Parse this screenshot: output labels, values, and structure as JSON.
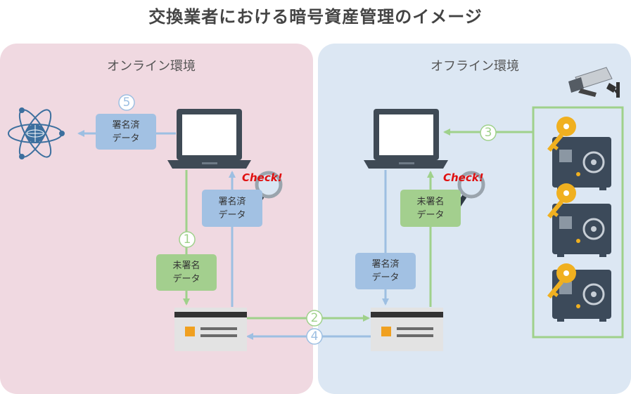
{
  "title": "交換業者における暗号資産管理のイメージ",
  "zones": {
    "online": {
      "label": "オンライン環境"
    },
    "offline": {
      "label": "オフライン環境"
    }
  },
  "tags": {
    "online_top": [
      "署名済",
      "データ"
    ],
    "online_signed": [
      "署名済",
      "データ"
    ],
    "online_unsigned": [
      "未署名",
      "データ"
    ],
    "offline_signed": [
      "署名済",
      "データ"
    ],
    "offline_unsigned": [
      "未署名",
      "データ"
    ]
  },
  "check_labels": {
    "online": "Check!",
    "offline": "Check!"
  },
  "steps": [
    "1",
    "2",
    "3",
    "4",
    "5"
  ],
  "colors": {
    "blue_arrow": "#9dbfe2",
    "green_arrow": "#9fd18b",
    "online_bg": "#f0d9e1",
    "offline_bg": "#dce7f3",
    "check": "#e01010"
  }
}
